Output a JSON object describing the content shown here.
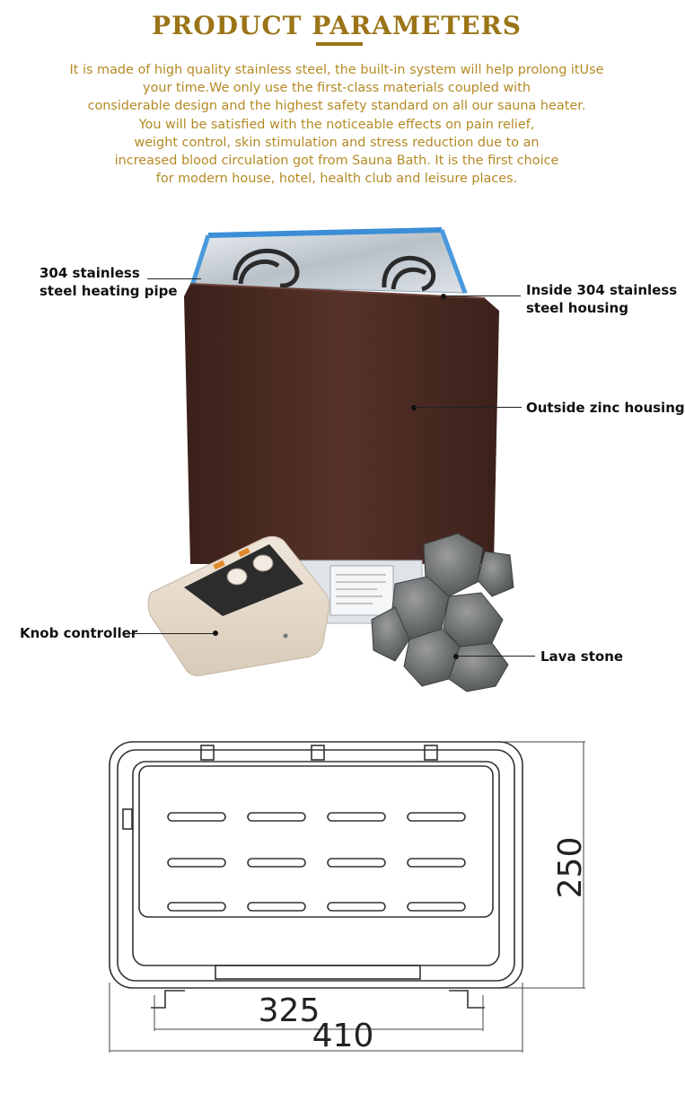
{
  "header": {
    "title": "PRODUCT PARAMETERS"
  },
  "intro": {
    "lines": [
      "It is made of high quality stainless steel, the built-in system will help prolong itUse",
      "your time.We only use the first-class materials coupled with",
      "considerable design and the highest safety standard on all our sauna heater.",
      "You will be satisfied with the noticeable effects on pain relief,",
      "weight control, skin stimulation and stress reduction due to an",
      "increased blood circulation got from Sauna Bath. It is the first choice",
      "for modern house, hotel, health club and leisure places."
    ]
  },
  "callouts": {
    "heating_pipe": [
      "304 stainless",
      "steel heating pipe"
    ],
    "inside_housing": [
      "Inside 304 stainless",
      "steel housing"
    ],
    "outside_housing": "Outside zinc housing",
    "knob_controller": "Knob controller",
    "lava_stone": "Lava stone"
  },
  "drawing": {
    "height_dim": "250",
    "inner_width_dim": "325",
    "outer_width_dim": "410"
  },
  "colors": {
    "title_gold": "#9b7418",
    "intro_gold": "#b48a24",
    "heater_body_brown": "#4a2a22",
    "controller_cream": "#e8ddd0",
    "stone_grey": "#6d6f70"
  }
}
